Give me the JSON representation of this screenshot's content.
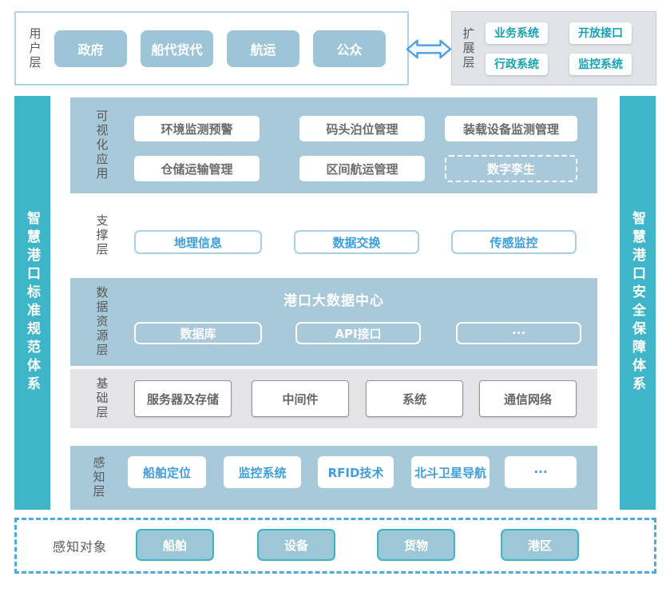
{
  "colors": {
    "teal_bar": "#3fb5c9",
    "layer_blue_bg": "#a7c9da",
    "user_box_fill": "#9dc4d7",
    "blue_text": "#409edd",
    "teal_text": "#17a2b2",
    "gray_text": "#595959",
    "base_gray_bg": "#e5e5e7",
    "extension_bg": "#e0e4e9",
    "dashed_border_blue": "#4fa8de",
    "arrow_blue": "#4aa0e0"
  },
  "user_layer": {
    "label": "用户层",
    "items": [
      "政府",
      "船代货代",
      "航运",
      "公众"
    ]
  },
  "extension_layer": {
    "label": "扩展层",
    "items": [
      "业务系统",
      "开放接口",
      "行政系统",
      "监控系统"
    ]
  },
  "left_bar": {
    "label": "智慧港口标准规范体系"
  },
  "right_bar": {
    "label": "智慧港口安全保障体系"
  },
  "visualization_layer": {
    "label": "可视化应用",
    "items": [
      "环境监测预警",
      "码头泊位管理",
      "装载设备监测管理",
      "仓储运输管理",
      "区间航运管理",
      "数字孪生"
    ]
  },
  "support_layer": {
    "label": "支撑层",
    "items": [
      "地理信息",
      "数据交换",
      "传感监控"
    ]
  },
  "data_layer": {
    "label": "数据资源层",
    "title": "港口大数据中心",
    "items": [
      "数据库",
      "API接口",
      "···"
    ]
  },
  "base_layer": {
    "label": "基础层",
    "items": [
      "服务器及存储",
      "中间件",
      "系统",
      "通信网络"
    ]
  },
  "perception_layer": {
    "label": "感知层",
    "items": [
      "船舶定位",
      "监控系统",
      "RFID技术",
      "北斗卫星导航",
      "···"
    ]
  },
  "perception_objects": {
    "label": "感知对象",
    "items": [
      "船舶",
      "设备",
      "货物",
      "港区"
    ]
  }
}
